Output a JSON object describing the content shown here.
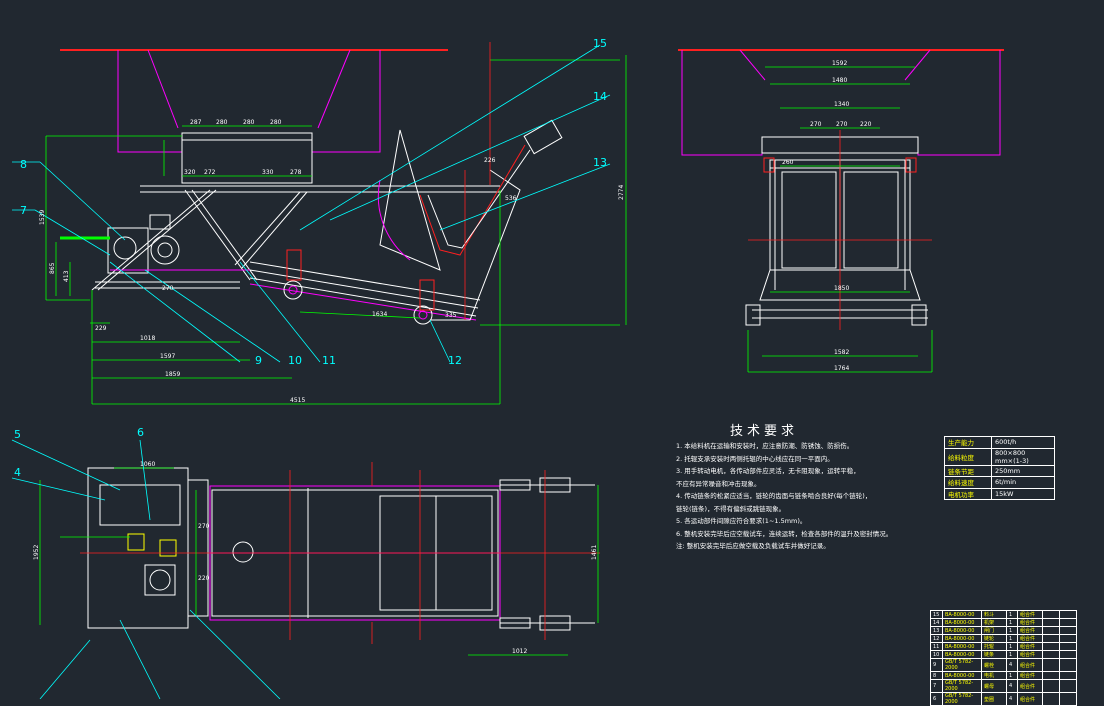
{
  "colors": {
    "background": "#212830",
    "line": "#ffffff",
    "dimension": "#00ff00",
    "hopper": "#ff00ff",
    "pointer": "#00ffff",
    "red": "#ff2020",
    "yellow": "#ffff00"
  },
  "callouts": {
    "c4": "4",
    "c5": "5",
    "c6": "6",
    "c7": "7",
    "c8": "8",
    "c9": "9",
    "c10": "10",
    "c11": "11",
    "c12": "12",
    "c13": "13",
    "c14": "14",
    "c15": "15"
  },
  "dims": {
    "side": {
      "d287": "287",
      "d280a": "280",
      "d280b": "280",
      "d280c": "280",
      "d320": "320",
      "d272": "272",
      "d330": "330",
      "d278": "278",
      "d226": "226",
      "d1018": "1018",
      "d1597": "1597",
      "d1859": "1859",
      "d4515": "4515",
      "d1634": "1634",
      "d2774": "2774",
      "d865": "865",
      "d1539": "1539",
      "d413": "413",
      "d229": "229",
      "d335": "335",
      "d536": "536",
      "d270": "270"
    },
    "front": {
      "d1592": "1592",
      "d1480": "1480",
      "d1340": "1340",
      "d270a": "270",
      "d270b": "270",
      "d220": "220",
      "d260": "260",
      "d1850": "1850",
      "d1582": "1582",
      "d1764": "1764"
    },
    "plan": {
      "d1060": "1060",
      "d1952": "1952",
      "d1461": "1461",
      "d1012": "1012",
      "d270": "270",
      "d220": "220"
    }
  },
  "tech": {
    "title": "技术要求",
    "items": [
      "1. 本给料机在运输和安装时，应注意防潮、防锈蚀、防损伤。",
      "2. 托辊支承安装时两侧托辊的中心线应在同一平面内。",
      "3. 用手转动电机，各传动部件应灵活，无卡阻现象，运转平稳，",
      "    不应有异常噪音和冲击现象。",
      "4. 传动链条的松紧应适当，链轮的齿面与链条啮合良好(每个链轮)，",
      "    链轮(链条)，不得有偏斜或跳链现象。",
      "5. 各运动部件间隙应符合要求(1~1.5mm)。",
      "6. 整机安装完毕后应空载试车，连续运转，检查各部件的温升及密封情况。",
      "注: 整机安装完毕后应做空载及负载试车并做好记录。"
    ]
  },
  "spec": [
    {
      "k": "生产能力",
      "v": "600t/h"
    },
    {
      "k": "给料粒度",
      "v": "800×800  mm×(1-3)"
    },
    {
      "k": "链条节距",
      "v": "250mm"
    },
    {
      "k": "给料速度",
      "v": "6t/min"
    },
    {
      "k": "电机功率",
      "v": "15kW"
    }
  ],
  "parts": [
    {
      "n": "15",
      "c": "BA-8000-00",
      "nm": "料斗",
      "q": "1",
      "m": "组合件"
    },
    {
      "n": "14",
      "c": "BA-8000-00",
      "nm": "机架",
      "q": "1",
      "m": "组合件"
    },
    {
      "n": "13",
      "c": "BA-8000-00",
      "nm": "闸门",
      "q": "1",
      "m": "组合件"
    },
    {
      "n": "12",
      "c": "BA-8000-00",
      "nm": "链轮",
      "q": "1",
      "m": "组合件"
    },
    {
      "n": "11",
      "c": "BA-8000-00",
      "nm": "托辊",
      "q": "1",
      "m": "组合件"
    },
    {
      "n": "10",
      "c": "BA-8000-00",
      "nm": "链条",
      "q": "1",
      "m": "组合件"
    },
    {
      "n": "9",
      "c": "GB/T 5782-2000",
      "nm": "螺栓",
      "q": "4",
      "m": "组合件"
    },
    {
      "n": "8",
      "c": "BA-8000-00",
      "nm": "电机",
      "q": "1",
      "m": "组合件"
    },
    {
      "n": "7",
      "c": "GB/T 5782-2000",
      "nm": "螺母",
      "q": "4",
      "m": "组合件"
    },
    {
      "n": "6",
      "c": "GB/T 5782-2000",
      "nm": "垫圈",
      "q": "4",
      "m": "组合件"
    }
  ]
}
